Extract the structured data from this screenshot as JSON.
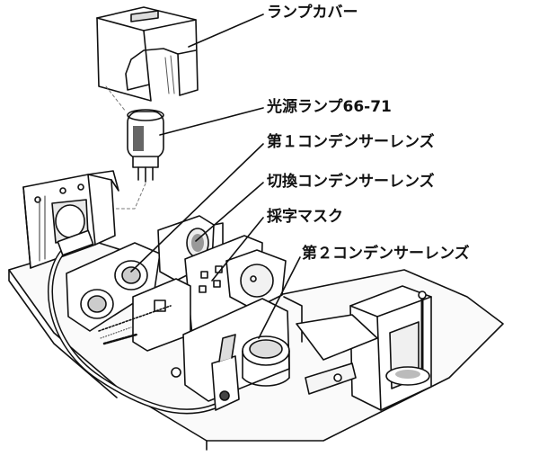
{
  "labels": {
    "lamp_cover": "ランプカバー",
    "light_source": "光源ランプ66-71",
    "first_condenser": "第１コンデンサーレンズ",
    "switch_condenser": "切換コンデンサーレンズ",
    "char_mask": "採字マスク",
    "second_condenser": "第２コンデンサーレンズ"
  },
  "colors": {
    "line": "#111111",
    "shade": "#555555",
    "background": "#ffffff"
  }
}
